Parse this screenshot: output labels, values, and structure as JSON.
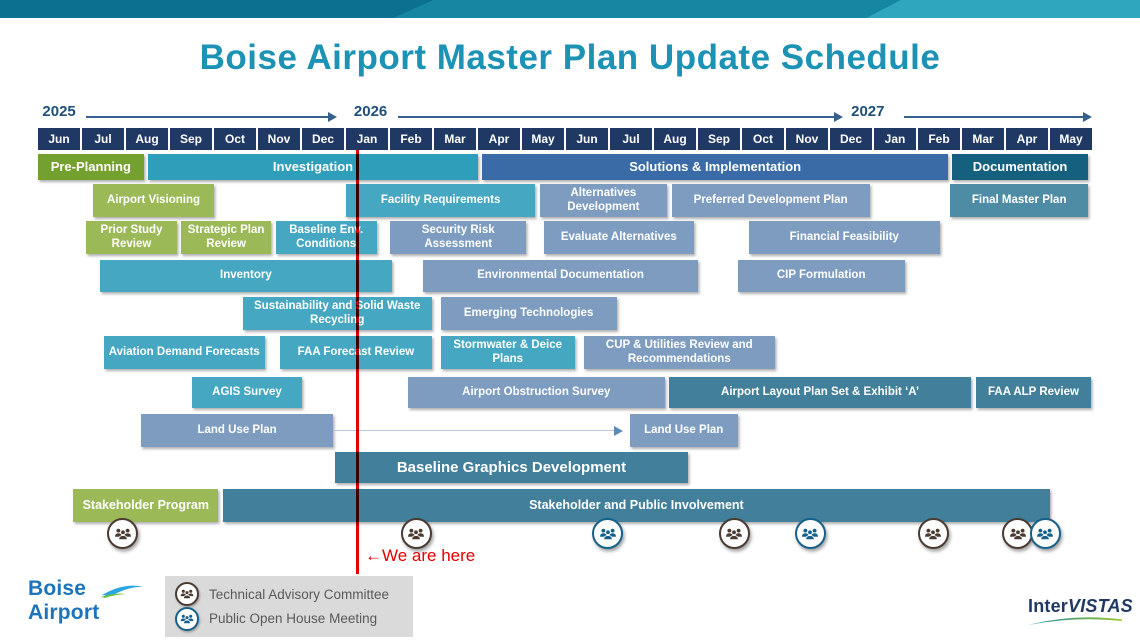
{
  "slide": {
    "title": "Boise Airport Master Plan Update Schedule"
  },
  "palette": {
    "banner_base": "#1587A3",
    "banner_dark": "#0C7190",
    "banner_light": "#30A5BE",
    "title_text": "#1C92B4",
    "month_band": "#1F3864",
    "year_text": "#1F4E79",
    "year_line": "#35618E",
    "phaseGreen": "#74A02F",
    "green": "#9BB957",
    "tealDark": "#2E9EBA",
    "teal": "#45A7C1",
    "steel": "#7D9CC0",
    "navySteel": "#3A6BA6",
    "navyTeal": "#14607E",
    "medTeal": "#4E8CA5",
    "slateTeal": "#417F9B",
    "now_red": "#E60000",
    "legend_bg": "#DADADA",
    "legend_text": "#595959",
    "tac_icon": "#4A3B32",
    "public_icon": "#16618C",
    "boise_blue": "#1B74BC",
    "intervistas_navy": "#1F3864"
  },
  "timeline": {
    "months": [
      "Jun",
      "Jul",
      "Aug",
      "Sep",
      "Oct",
      "Nov",
      "Dec",
      "Jan",
      "Feb",
      "Mar",
      "Apr",
      "May",
      "Jun",
      "Jul",
      "Aug",
      "Sep",
      "Oct",
      "Nov",
      "Dec",
      "Jan",
      "Feb",
      "Mar",
      "Apr",
      "May"
    ],
    "years": [
      {
        "label": "2025",
        "label_m": 0.1,
        "line_start_m": 1.1,
        "line_end_m": 6.8
      },
      {
        "label": "2026",
        "label_m": 7.18,
        "line_start_m": 8.18,
        "line_end_m": 18.3
      },
      {
        "label": "2027",
        "label_m": 18.48,
        "line_start_m": 19.68,
        "line_end_m": 23.95
      }
    ]
  },
  "bars": [
    {
      "label": "Pre-Planning",
      "row": 1,
      "start": 0.0,
      "end": 2.4,
      "color": "phaseGreen"
    },
    {
      "label": "Investigation",
      "row": 1,
      "start": 2.5,
      "end": 10.0,
      "color": "tealDark"
    },
    {
      "label": "Solutions & Implementation",
      "row": 1,
      "start": 10.1,
      "end": 20.68,
      "color": "navySteel"
    },
    {
      "label": "Documentation",
      "row": 1,
      "start": 20.77,
      "end": 23.87,
      "color": "navyTeal"
    },
    {
      "label": "Airport Visioning",
      "row": 2,
      "start": 1.25,
      "end": 4.0,
      "color": "green"
    },
    {
      "label": "Facility Requirements",
      "row": 2,
      "start": 7.0,
      "end": 11.3,
      "color": "teal"
    },
    {
      "label": "Alternatives Development",
      "row": 2,
      "start": 11.4,
      "end": 14.3,
      "color": "steel"
    },
    {
      "label": "Preferred Development Plan",
      "row": 2,
      "start": 14.4,
      "end": 18.9,
      "color": "steel"
    },
    {
      "label": "Final Master Plan",
      "row": 2,
      "start": 20.73,
      "end": 23.87,
      "color": "medTeal"
    },
    {
      "label": "Prior Study Review",
      "row": 3,
      "start": 1.1,
      "end": 3.15,
      "color": "green"
    },
    {
      "label": "Strategic Plan Review",
      "row": 3,
      "start": 3.25,
      "end": 5.3,
      "color": "green"
    },
    {
      "label": "Baseline Env. Conditions",
      "row": 3,
      "start": 5.4,
      "end": 7.7,
      "color": "teal"
    },
    {
      "label": "Security Risk Assessment",
      "row": 3,
      "start": 8.0,
      "end": 11.1,
      "color": "steel"
    },
    {
      "label": "Evaluate Alternatives",
      "row": 3,
      "start": 11.5,
      "end": 14.9,
      "color": "steel"
    },
    {
      "label": "Financial Feasibility",
      "row": 3,
      "start": 16.15,
      "end": 20.5,
      "color": "steel"
    },
    {
      "label": "Inventory",
      "row": 4,
      "start": 1.4,
      "end": 8.05,
      "color": "teal"
    },
    {
      "label": "Environmental Documentation",
      "row": 4,
      "start": 8.75,
      "end": 15.0,
      "color": "steel"
    },
    {
      "label": "CIP Formulation",
      "row": 4,
      "start": 15.9,
      "end": 19.7,
      "color": "steel"
    },
    {
      "label": "Sustainability and Solid Waste Recycling",
      "row": 5,
      "start": 4.65,
      "end": 8.95,
      "color": "teal"
    },
    {
      "label": "Emerging Technologies",
      "row": 5,
      "start": 9.15,
      "end": 13.15,
      "color": "steel"
    },
    {
      "label": "Aviation Demand Forecasts",
      "row": 6,
      "start": 1.5,
      "end": 5.15,
      "color": "teal"
    },
    {
      "label": "FAA Forecast Review",
      "row": 6,
      "start": 5.5,
      "end": 8.95,
      "color": "teal"
    },
    {
      "label": "Stormwater & Deice Plans",
      "row": 6,
      "start": 9.15,
      "end": 12.2,
      "color": "teal"
    },
    {
      "label": "CUP & Utilities Review and Recommendations",
      "row": 6,
      "start": 12.4,
      "end": 16.75,
      "color": "steel"
    },
    {
      "label": "AGIS Survey",
      "row": 7,
      "start": 3.5,
      "end": 6.0,
      "color": "teal"
    },
    {
      "label": "Airport Obstruction Survey",
      "row": 7,
      "start": 8.4,
      "end": 14.25,
      "color": "steel"
    },
    {
      "label": "Airport Layout Plan Set & Exhibit ‘A’",
      "row": 7,
      "start": 14.35,
      "end": 21.2,
      "color": "slateTeal"
    },
    {
      "label": "FAA ALP Review",
      "row": 7,
      "start": 21.32,
      "end": 23.93,
      "color": "slateTeal"
    },
    {
      "label": "Land Use Plan",
      "row": 8,
      "start": 2.35,
      "end": 6.7,
      "color": "steel"
    },
    {
      "label": "Land Use Plan",
      "row": 8,
      "start": 13.45,
      "end": 15.9,
      "color": "steel"
    },
    {
      "label": "Baseline Graphics Development",
      "row": 9,
      "start": 6.75,
      "end": 14.77,
      "color": "slateTeal"
    },
    {
      "label": "Stakeholder Program",
      "row": 10,
      "start": 0.8,
      "end": 4.1,
      "color": "green"
    },
    {
      "label": "Stakeholder and Public Involvement",
      "row": 10,
      "start": 4.2,
      "end": 23.0,
      "color": "slateTeal"
    }
  ],
  "connector": {
    "row": 8,
    "start_m": 6.7,
    "end_m": 13.3
  },
  "now_marker": {
    "m": 7.25,
    "arrow": "←",
    "label": "We are here"
  },
  "milestone_icons": [
    {
      "m": 1.93,
      "type": "tac"
    },
    {
      "m": 8.6,
      "type": "tac"
    },
    {
      "m": 12.95,
      "type": "public"
    },
    {
      "m": 15.82,
      "type": "tac"
    },
    {
      "m": 17.55,
      "type": "public"
    },
    {
      "m": 20.35,
      "type": "tac"
    },
    {
      "m": 22.27,
      "type": "tac"
    },
    {
      "m": 22.89,
      "type": "public"
    }
  ],
  "legend": {
    "items": [
      {
        "type": "tac",
        "label": "Technical Advisory Committee"
      },
      {
        "type": "public",
        "label": "Public Open House Meeting"
      }
    ]
  },
  "footer": {
    "boise_logo_text": "Boise Airport",
    "intervistas_prefix": "Inter",
    "intervistas_suffix": "VISTAS"
  }
}
